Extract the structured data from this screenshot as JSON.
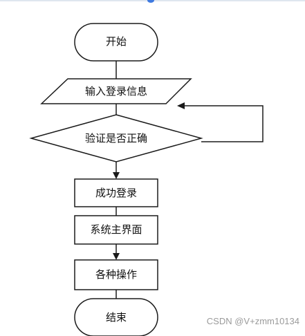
{
  "diagram": {
    "nodes": {
      "start": "开始",
      "input": "输入登录信息",
      "verify": "验证是否正确",
      "success": "成功登录",
      "main": "系统主界面",
      "ops": "各种操作",
      "end": "结束"
    }
  },
  "watermark": "CSDN @V+zmm10134"
}
